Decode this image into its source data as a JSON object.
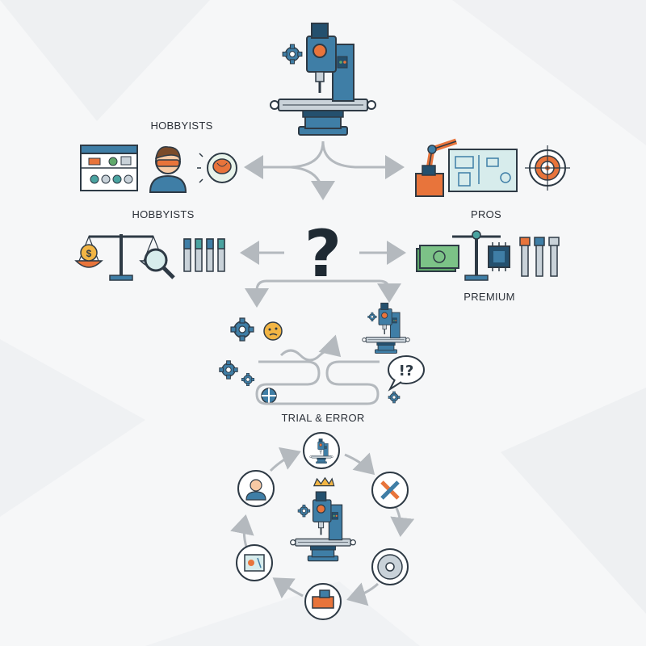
{
  "labels": {
    "hobbyists_top": "HOBBYISTS",
    "hobbyists_mid": "HOBBYISTS",
    "pros": "PROS",
    "premium": "PREMIUM",
    "trial_error": "TRIAL & ERROR"
  },
  "question_mark": "?",
  "speech_bubble": "!?",
  "money_symbol": "$",
  "colors": {
    "steel_blue": "#3f7ea6",
    "dark_blue": "#24506e",
    "orange": "#e8743b",
    "outline": "#2e3a45",
    "arrow_gray": "#b4b9be",
    "teal": "#4aa3a0",
    "green": "#5fa86a",
    "yellow": "#f2b544"
  }
}
